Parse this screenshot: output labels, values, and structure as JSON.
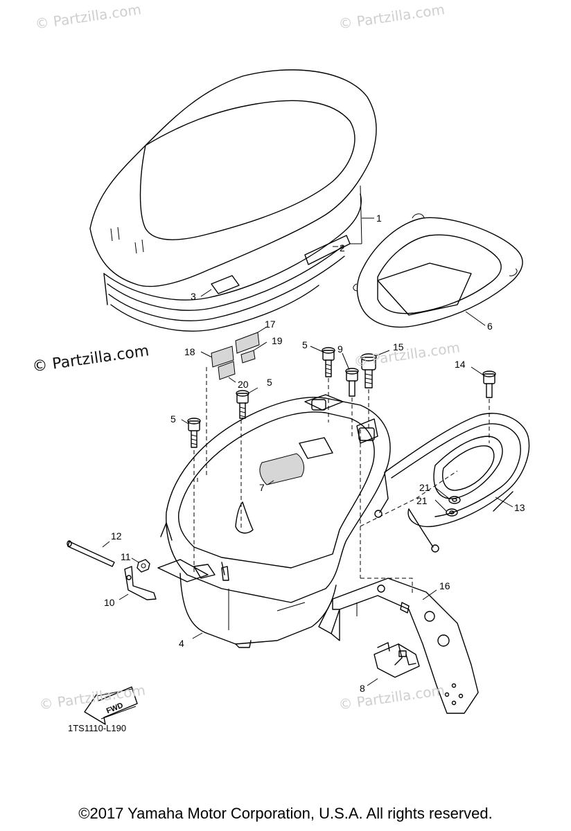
{
  "watermarks": [
    {
      "text": "© Partzilla.com",
      "style": "light"
    },
    {
      "text": "© Partzilla.com",
      "style": "light"
    },
    {
      "text": "© Partzilla.com",
      "style": "strong"
    },
    {
      "text": "© Partzilla.com",
      "style": "light"
    },
    {
      "text": "© Partzilla.com",
      "style": "light"
    },
    {
      "text": "© Partzilla.com",
      "style": "light"
    }
  ],
  "callouts": [
    "1",
    "2",
    "3",
    "6",
    "17",
    "18",
    "19",
    "20",
    "5",
    "5",
    "9",
    "15",
    "14",
    "5",
    "7",
    "21",
    "21",
    "13",
    "12",
    "11",
    "10",
    "16",
    "4",
    "8"
  ],
  "fwd_label": "FWD",
  "diagram_code": "1TS1110-L190",
  "copyright": "©2017 Yamaha Motor Corporation, U.S.A. All rights reserved.",
  "icons": [
    "fwd-arrow-icon"
  ]
}
